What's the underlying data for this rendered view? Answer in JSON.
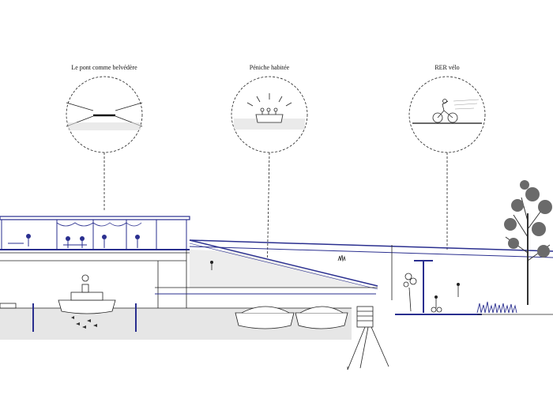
{
  "callouts": [
    {
      "id": "bridge",
      "label": "Le pont comme belvédère",
      "icon": "bridge-belvedere-icon"
    },
    {
      "id": "boat",
      "label": "Péniche habitée",
      "icon": "houseboat-icon"
    },
    {
      "id": "bike",
      "label": "RER vélo",
      "icon": "cyclist-icon"
    }
  ],
  "colors": {
    "accent_blue": "#2a2f8f",
    "ink": "#222222",
    "water": "#e6e6e6",
    "background": "#ffffff"
  }
}
